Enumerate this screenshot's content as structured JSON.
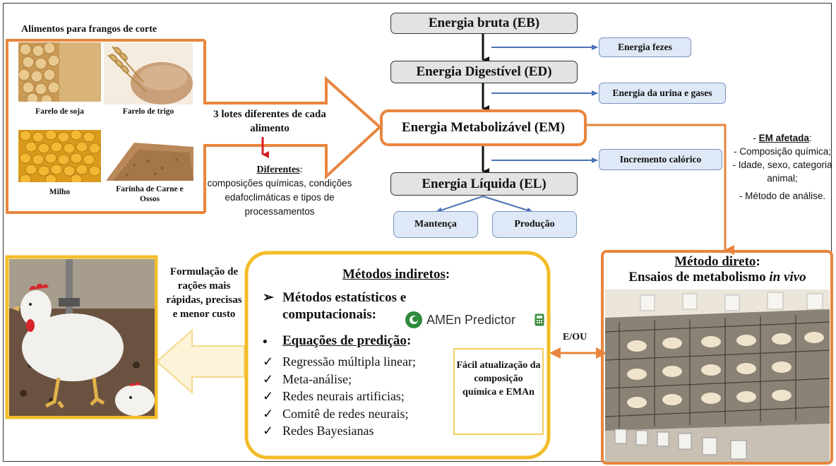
{
  "feeds": {
    "title": "Alimentos para frangos de corte",
    "items": [
      {
        "label": "Farelo de soja"
      },
      {
        "label": "Farelo de trigo"
      },
      {
        "label": "Milho"
      },
      {
        "label": "Farinha de Carne e Ossos"
      }
    ]
  },
  "arrow_text": {
    "lots": "3 lotes diferentes de cada alimento",
    "diferentes_title": "Diferentes",
    "diferentes_body": "composições químicas, condições edafoclimáticas e tipos de processamentos"
  },
  "energy": {
    "eb": "Energia bruta (EB)",
    "ed": "Energia Digestível (ED)",
    "em": "Energia Metabolizável (EM)",
    "el": "Energia Líquida (EL)",
    "fezes": "Energia  fezes",
    "urina": "Energia da urina e gases",
    "incremento": "Incremento calórico",
    "mantenca": "Mantença",
    "producao": "Produção"
  },
  "em_afetada": {
    "title": "EM afetada",
    "items": [
      "- Composição química;",
      "- Idade, sexo, categoria animal;",
      "- Método de análise."
    ]
  },
  "metodo_direto": {
    "title": "Método direto",
    "subtitle_prefix": "Ensaios de metabolismo ",
    "subtitle_italic": "in vivo"
  },
  "metodos_indiretos": {
    "title": "Métodos indiretos",
    "stat_label": "Métodos estatísticos e computacionais:",
    "amen_logo": "AMEn Predictor",
    "eq_title": "Equações de predição",
    "items": [
      "Regressão múltipla linear;",
      "Meta-análise;",
      "Redes neurais artificias;",
      "Comitê de redes neurais;",
      "Redes Bayesianas"
    ],
    "side_note": "Fácil atualização da composição química e EMAn"
  },
  "e_ou": "E/OU",
  "formulacao": "Formulação de rações mais rápidas, precisas e menor custo",
  "colors": {
    "orange": "#e9853e",
    "yellow": "#f3bd2a",
    "grey_box": "#e3e3e3",
    "blue_box": "#dfe8f6",
    "blue_arrow": "#4a72b8"
  },
  "icons": [
    "arrow-down-icon",
    "arrow-right-icon",
    "checkmark-icon",
    "calculator-icon",
    "amen-logo-icon"
  ]
}
